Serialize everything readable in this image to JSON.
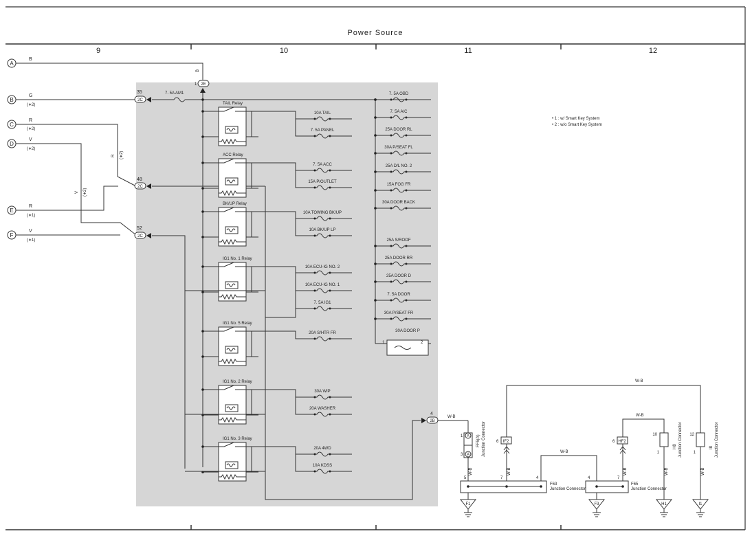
{
  "title": "Power Source",
  "columns": [
    "9",
    "10",
    "11",
    "12"
  ],
  "notes": [
    "• 1 : w/ Smart Key System",
    "• 2 : w/o Smart Key System"
  ],
  "inputs": [
    {
      "letter": "A",
      "color": "B",
      "note": ""
    },
    {
      "letter": "B",
      "color": "G",
      "note": "(∗2)"
    },
    {
      "letter": "C",
      "color": "R",
      "note": "(∗2)"
    },
    {
      "letter": "D",
      "color": "V",
      "note": "(∗2)"
    },
    {
      "letter": "E",
      "color": "R",
      "note": "(∗1)"
    },
    {
      "letter": "F",
      "color": "V",
      "note": "(∗1)"
    }
  ],
  "vertical_labels": {
    "b": "B",
    "r2": "R",
    "r2n": "(∗2)",
    "v2": "V",
    "v2n": "(∗2)"
  },
  "connectors": {
    "c2e": {
      "id": "2E",
      "pin": "1"
    },
    "c2c35": {
      "id": "2C",
      "pin": "35"
    },
    "c2c48": {
      "id": "2C",
      "pin": "48"
    },
    "c2c52": {
      "id": "2C",
      "pin": "52"
    },
    "c2b": {
      "id": "2B",
      "pin": "4"
    }
  },
  "am1_fuse": "7. 5A AM1",
  "relays": [
    "TAIL Relay",
    "ACC Relay",
    "BK/UP Relay",
    "IG1 No. 1 Relay",
    "IG1 No. 5 Relay",
    "IG1 No. 2 Relay",
    "IG1 No. 3 Relay"
  ],
  "relay_fuses": [
    "10A TAIL",
    "7. 5A PANEL",
    "7. 5A ACC",
    "15A P/OUTLET",
    "10A TOWING BK/UP",
    "10A BK/UP LP",
    "10A ECU-IG NO. 2",
    "10A ECU-IG NO. 1",
    "7. 5A IG1",
    "20A S/HTR FR",
    "30A WIP",
    "20A WASHER",
    "20A 4WD",
    "10A KDSS"
  ],
  "bplus_fuses": [
    "7. 5A OBD",
    "7. 5A A/C",
    "25A DOOR RL",
    "30A P/SEAT FL",
    "25A D/L NO. 2",
    "15A FOG FR",
    "30A DOOR BACK",
    "25A S/ROOF",
    "25A DOOR RR",
    "25A DOOR D",
    "7. 5A DOOR",
    "30A P/SEAT FR",
    "30A DOOR P"
  ],
  "door_p_pins": [
    "1",
    "2"
  ],
  "ground": {
    "wire": "W-B",
    "ff5": {
      "name": "FF5(A)",
      "desc": "Junction Connector",
      "pin_top": "1",
      "pin_bottom": "3",
      "letter": "A"
    },
    "if2": {
      "id": "IF2",
      "pin": "6"
    },
    "hf2": {
      "id": "HF2",
      "pin": "6"
    },
    "f63": {
      "name": "F63",
      "desc": "Junction Connector",
      "pins": [
        "5",
        "7",
        "4"
      ]
    },
    "f65": {
      "name": "F65",
      "desc": "Junction Connector",
      "pins": [
        "4",
        "7"
      ]
    },
    "h8": {
      "name": "H8",
      "desc": "Junction Connector",
      "pin_top": "10",
      "pin_bottom": "1"
    },
    "i8": {
      "name": "I8",
      "desc": "Junction Connector",
      "pin_top": "12",
      "pin_bottom": "1"
    },
    "grounds": [
      "F1",
      "F3",
      "H1",
      "I1"
    ]
  }
}
